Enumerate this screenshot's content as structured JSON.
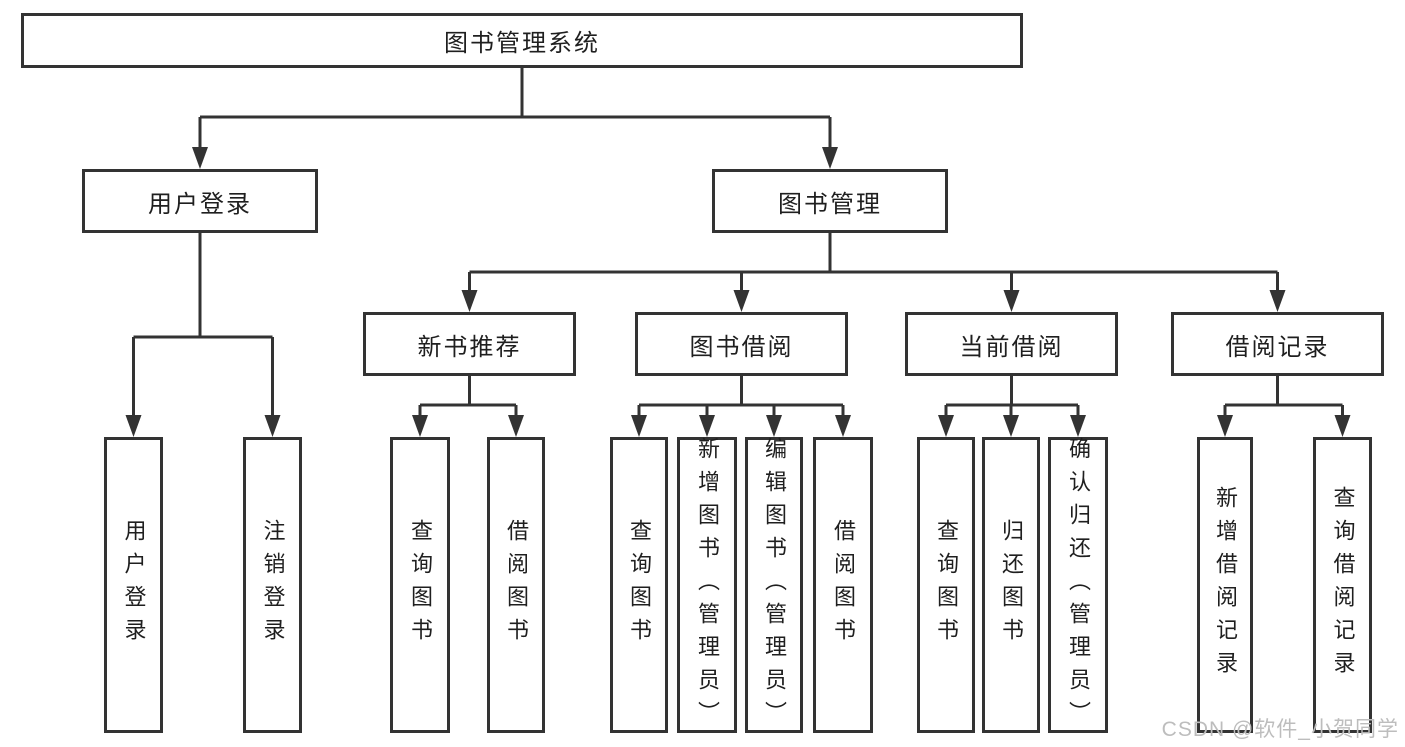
{
  "diagram": {
    "tree": {
      "root": {
        "label": "图书管理系统"
      },
      "children": [
        {
          "label": "用户登录",
          "children": [
            {
              "label": "用户登录"
            },
            {
              "label": "注销登录"
            }
          ]
        },
        {
          "label": "图书管理",
          "children": [
            {
              "label": "新书推荐",
              "children": [
                {
                  "label": "查询图书"
                },
                {
                  "label": "借阅图书"
                }
              ]
            },
            {
              "label": "图书借阅",
              "children": [
                {
                  "label": "查询图书"
                },
                {
                  "label": "新增图书（管理员）"
                },
                {
                  "label": "编辑图书（管理员）"
                },
                {
                  "label": "借阅图书"
                }
              ]
            },
            {
              "label": "当前借阅",
              "children": [
                {
                  "label": "查询图书"
                },
                {
                  "label": "归还图书"
                },
                {
                  "label": "确认归还（管理员）"
                }
              ]
            },
            {
              "label": "借阅记录",
              "children": [
                {
                  "label": "新增借阅记录"
                },
                {
                  "label": "查询借阅记录"
                }
              ]
            }
          ]
        }
      ]
    },
    "watermark": {
      "text": "CSDN @软件_小贺同学"
    },
    "colors": {
      "line": "#333333",
      "text": "#1f1f1f",
      "watermark": "#bdbdbd",
      "background": "#ffffff"
    }
  }
}
